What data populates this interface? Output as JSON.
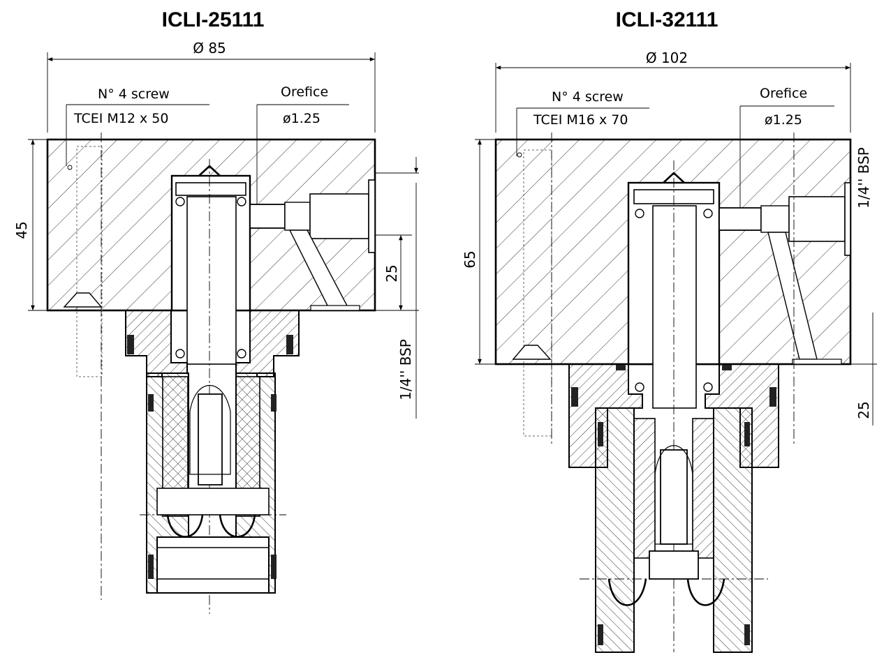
{
  "left": {
    "title": "ICLI-25111",
    "diameter": "Ø 85",
    "screw_line1": "N° 4 screw",
    "screw_line2": "TCEI M12 x 50",
    "orifice_label": "Orefice",
    "orifice_size": "ø1.25",
    "height_dim": "45",
    "port_dim": "25",
    "thread": "1/4'' BSP"
  },
  "right": {
    "title": "ICLI-32111",
    "diameter": "Ø 102",
    "screw_line1": "N° 4 screw",
    "screw_line2": "TCEI M16 x 70",
    "orifice_label": "Orefice",
    "orifice_size": "ø1.25",
    "height_dim": "65",
    "port_dim": "25",
    "thread": "1/4'' BSP"
  }
}
